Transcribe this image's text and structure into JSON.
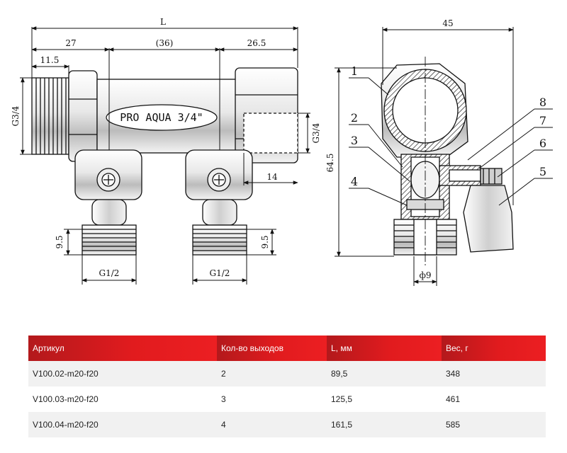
{
  "drawing": {
    "left_view": {
      "dim_total": "L",
      "dim_left": "27",
      "dim_mid": "(36)",
      "dim_right": "26.5",
      "dim_thread_len": "11.5",
      "label_left_thread": "G3/4",
      "label_right_thread": "G3/4",
      "dim_depth": "14",
      "dim_outlet_left": "9.5",
      "dim_outlet_right": "9.5",
      "label_outlet_left": "G1/2",
      "label_outlet_right": "G1/2",
      "body_marking": "PRO AQUA 3/4\""
    },
    "right_view": {
      "dim_width": "45",
      "dim_height": "64.5",
      "dim_bore": "ф9",
      "callouts": [
        "1",
        "2",
        "3",
        "4",
        "5",
        "6",
        "7",
        "8"
      ]
    }
  },
  "spec_table": {
    "headers": [
      "Артикул",
      "Кол-во выходов",
      "L, мм",
      "Вес, г"
    ],
    "rows": [
      [
        "V100.02-m20-f20",
        "2",
        "89,5",
        "348"
      ],
      [
        "V100.03-m20-f20",
        "3",
        "125,5",
        "461"
      ],
      [
        "V100.04-m20-f20",
        "4",
        "161,5",
        "585"
      ]
    ]
  }
}
